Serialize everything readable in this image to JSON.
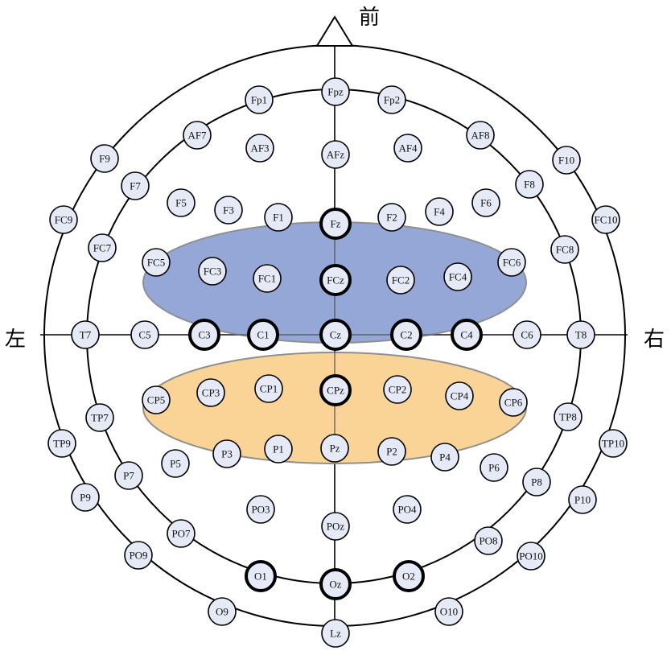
{
  "labels": {
    "front": "前",
    "left": "左",
    "right": "右"
  },
  "electrodes": [
    "Fpz",
    "Fp1",
    "Fp2",
    "AF7",
    "AF3",
    "AFz",
    "AF4",
    "AF8",
    "F9",
    "F7",
    "F5",
    "F3",
    "F1",
    "Fz",
    "F2",
    "F4",
    "F6",
    "F8",
    "F10",
    "FC9",
    "FC7",
    "FC5",
    "FC3",
    "FC1",
    "FCz",
    "FC2",
    "FC4",
    "FC6",
    "FC8",
    "FC10",
    "T7",
    "C5",
    "C3",
    "C1",
    "Cz",
    "C2",
    "C4",
    "C6",
    "T8",
    "CP5",
    "CP3",
    "CP1",
    "CPz",
    "CP2",
    "CP4",
    "CP6",
    "TP9",
    "TP7",
    "TP8",
    "TP10",
    "P5",
    "P3",
    "P1",
    "Pz",
    "P2",
    "P4",
    "P6",
    "P7",
    "P8",
    "P9",
    "P10",
    "PO3",
    "POz",
    "PO4",
    "PO7",
    "PO8",
    "PO9",
    "PO10",
    "O1",
    "Oz",
    "O2",
    "O9",
    "O10",
    "Lz"
  ],
  "highlighted": [
    "Fz",
    "FCz",
    "C3",
    "C1",
    "Cz",
    "C2",
    "C4",
    "CPz",
    "O1",
    "Oz",
    "O2"
  ],
  "regions": [
    {
      "name": "motor-region",
      "color": "#8fa3d4"
    },
    {
      "name": "parietal-region",
      "color": "#f9d291"
    }
  ],
  "colors": {
    "electrode_fill": "#e6eaf6",
    "stroke": "#000000"
  }
}
